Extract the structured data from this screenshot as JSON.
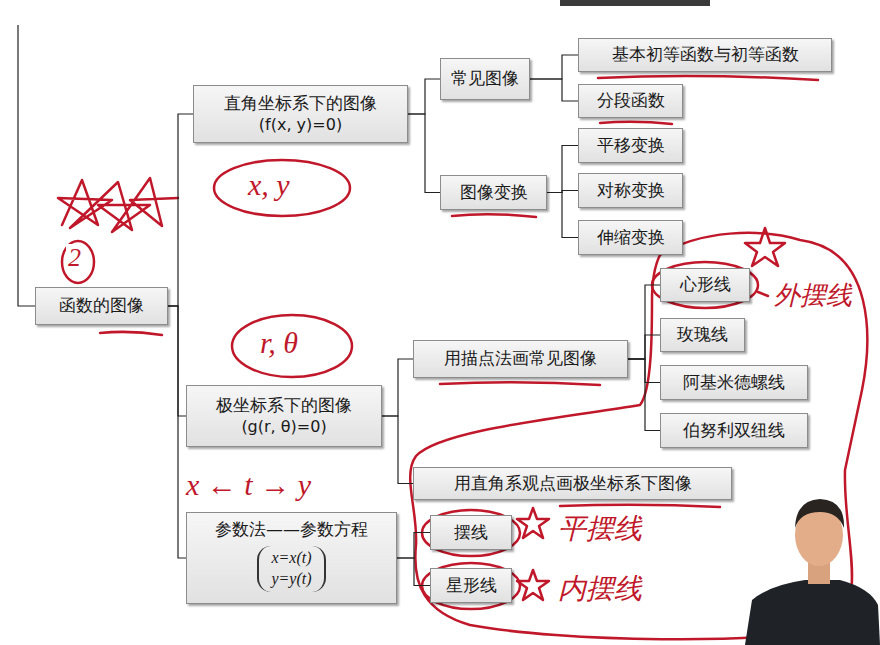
{
  "diagram": {
    "nodes": [
      {
        "text": [
          "函数的图像"
        ]
      },
      {
        "text": [
          "直角坐标系下的图像",
          "(f(x, y)=0)"
        ]
      },
      {
        "text": [
          "常见图像"
        ]
      },
      {
        "text": [
          "基本初等函数与初等函数"
        ]
      },
      {
        "text": [
          "分段函数"
        ]
      },
      {
        "text": [
          "图像变换"
        ]
      },
      {
        "text": [
          "平移变换"
        ]
      },
      {
        "text": [
          "对称变换"
        ]
      },
      {
        "text": [
          "伸缩变换"
        ]
      },
      {
        "text": [
          "极坐标系下的图像",
          "(g(r, θ)=0)"
        ]
      },
      {
        "text": [
          "用描点法画常见图像"
        ]
      },
      {
        "text": [
          "心形线"
        ]
      },
      {
        "text": [
          "玫瑰线"
        ]
      },
      {
        "text": [
          "阿基米德螺线"
        ]
      },
      {
        "text": [
          "伯努利双纽线"
        ]
      },
      {
        "text": [
          "用直角系观点画极坐标系下图像"
        ]
      },
      {
        "text": [
          "参数法——参数方程",
          "x=x(t)",
          "y=y(t)"
        ]
      },
      {
        "text": [
          "摆线"
        ]
      },
      {
        "text": [
          "星形线"
        ]
      }
    ],
    "edges": [
      {
        "from": 0,
        "to": 1,
        "arrow": "none"
      },
      {
        "from": 0,
        "to": 9,
        "arrow": "none"
      },
      {
        "from": 0,
        "to": 16,
        "arrow": "none"
      },
      {
        "from": 1,
        "to": 2,
        "arrow": "none"
      },
      {
        "from": 1,
        "to": 5,
        "arrow": "none"
      },
      {
        "from": 2,
        "to": 3,
        "arrow": "none"
      },
      {
        "from": 2,
        "to": 4,
        "arrow": "none"
      },
      {
        "from": 5,
        "to": 6,
        "arrow": "none"
      },
      {
        "from": 5,
        "to": 7,
        "arrow": "none"
      },
      {
        "from": 5,
        "to": 8,
        "arrow": "none"
      },
      {
        "from": 9,
        "to": 10,
        "arrow": "none"
      },
      {
        "from": 9,
        "to": 15,
        "arrow": "none"
      },
      {
        "from": 10,
        "to": 11,
        "arrow": "none"
      },
      {
        "from": 10,
        "to": 12,
        "arrow": "none"
      },
      {
        "from": 10,
        "to": 13,
        "arrow": "none"
      },
      {
        "from": 10,
        "to": 14,
        "arrow": "none"
      },
      {
        "from": 16,
        "to": 17,
        "arrow": "none"
      },
      {
        "from": 16,
        "to": 18,
        "arrow": "none"
      }
    ],
    "labels": [
      "2",
      "x, y",
      "r, θ",
      "x ← t → y",
      "外摆线",
      "平摆线",
      "内摆线"
    ]
  }
}
